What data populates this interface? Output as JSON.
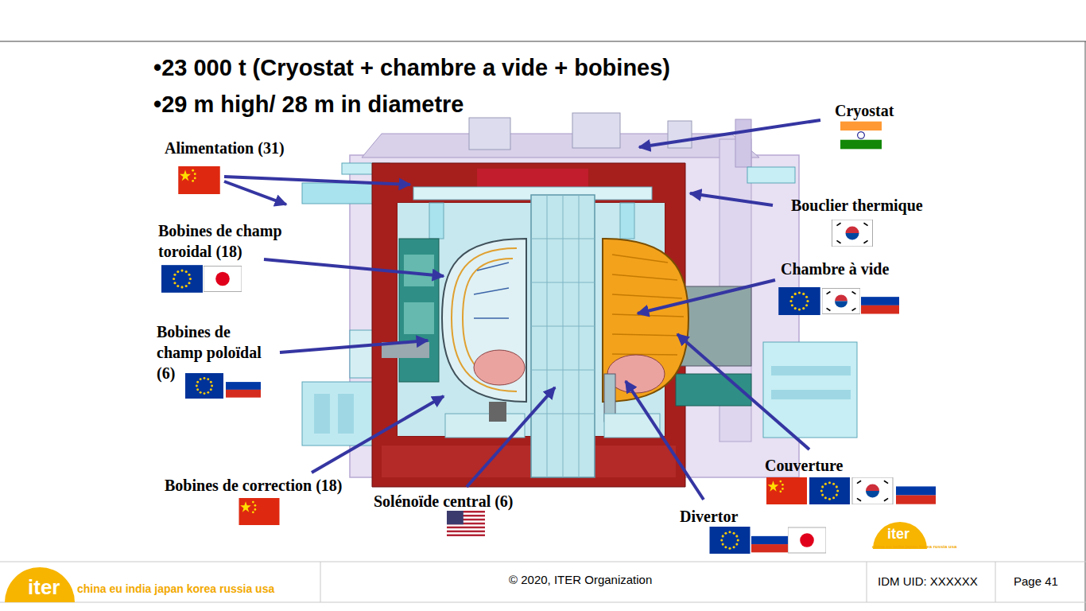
{
  "diagram": {
    "labels": [
      "•23 000 t (Cryostat + chambre a vide + bobines)",
      "•29 m high/ 28 m in diametre",
      "Cryostat",
      "Alimentation (31)",
      "Bouclier thermique",
      "Bobines de champ toroidal (18)",
      "Chambre à vide",
      "Bobines de champ poloïdal (6)",
      "Couverture",
      "Bobines de correction (18)",
      "Solénoïde central (6)",
      "Divertor",
      "iter",
      "china eu india japan korea russia usa",
      "iter",
      "china eu india japan korea russia usa",
      "© 2020, ITER Organization",
      "IDM UID: XXXXXX",
      "Page 41"
    ]
  }
}
